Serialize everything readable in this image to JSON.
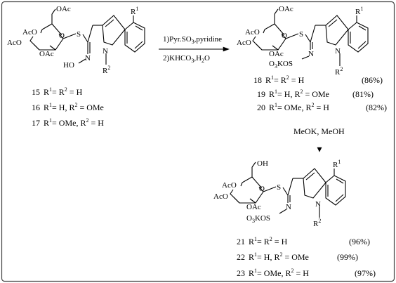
{
  "reaction_1": {
    "conditions": {
      "step1_prefix": "1)Pyr.SO",
      "step1_sub": "3",
      "step1_suffix": ",pyridine",
      "step2_prefix": "2)KHCO",
      "step2_sub": "3",
      "step2_suffix": ",H",
      "step2_sub2": "2",
      "step2_end": "O"
    },
    "start_material": {
      "groups": {
        "ch2oac": "OAc",
        "oac_c4": "AcO",
        "oac_c3": "AcO",
        "oac_c2": "OAc",
        "sulfur": "S",
        "ring_o": "O",
        "oxime_n": "N",
        "oxime_oh": "HO",
        "indole_n": "N",
        "r1": "R",
        "r1_sup": "1",
        "r2": "R",
        "r2_sup": "2"
      },
      "entries": [
        {
          "id": "15",
          "text": "R",
          "sup1": "1",
          "mid": "= R",
          "sup2": "2",
          "end": " = H"
        },
        {
          "id": "16",
          "text": "R",
          "sup1": "1",
          "mid": "= H, R",
          "sup2": "2",
          "end": " = OMe"
        },
        {
          "id": "17",
          "text": "R",
          "sup1": "1",
          "mid": "= OMe, R",
          "sup2": "2",
          "end": " = H"
        }
      ]
    },
    "product": {
      "groups": {
        "ch2oac": "OAc",
        "oac_c4": "AcO",
        "oac_c3": "AcO",
        "oac_c2": "OAc",
        "sulfur": "S",
        "ring_o": "O",
        "n": "N",
        "o3kos": "O",
        "o3kos_sub": "3",
        "o3kos_end": "KOS",
        "indole_n": "N",
        "r1": "R",
        "r1_sup": "1",
        "r2": "R",
        "r2_sup": "2"
      },
      "entries": [
        {
          "id": "18",
          "text": "R",
          "sup1": "1",
          "mid": "= R",
          "sup2": "2",
          "end": " = H",
          "yield": "(86%)"
        },
        {
          "id": "19",
          "text": "R",
          "sup1": "1",
          "mid": "= H, R",
          "sup2": "2",
          "end": " = OMe",
          "yield": "(81%)"
        },
        {
          "id": "20",
          "text": "R",
          "sup1": "1",
          "mid": "= OMe, R",
          "sup2": "2",
          "end": " = H",
          "yield": "(82%)"
        }
      ]
    }
  },
  "reaction_2": {
    "conditions": "MeOK, MeOH",
    "product": {
      "groups": {
        "ch2oh": "OH",
        "oac_c4": "AcO",
        "oac_c3": "AcO",
        "oac_c2": "OAc",
        "sulfur": "S",
        "ring_o": "O",
        "n": "N",
        "o3kos": "O",
        "o3kos_sub": "3",
        "o3kos_end": "KOS",
        "indole_n": "N",
        "r1": "R",
        "r1_sup": "1",
        "r2": "R",
        "r2_sup": "2"
      },
      "entries": [
        {
          "id": "21",
          "text": "R",
          "sup1": "1",
          "mid": "= R",
          "sup2": "2",
          "end": " = H",
          "yield": "(96%)"
        },
        {
          "id": "22",
          "text": "R",
          "sup1": "1",
          "mid": "= H, R",
          "sup2": "2",
          "end": " = OMe",
          "yield": "(99%)"
        },
        {
          "id": "23",
          "text": "R",
          "sup1": "1",
          "mid": "= OMe, R",
          "sup2": "2",
          "end": " = H",
          "yield": "(97%)"
        }
      ]
    }
  },
  "colors": {
    "ink": "#000000",
    "frame": "#444444",
    "background": "#ffffff"
  }
}
